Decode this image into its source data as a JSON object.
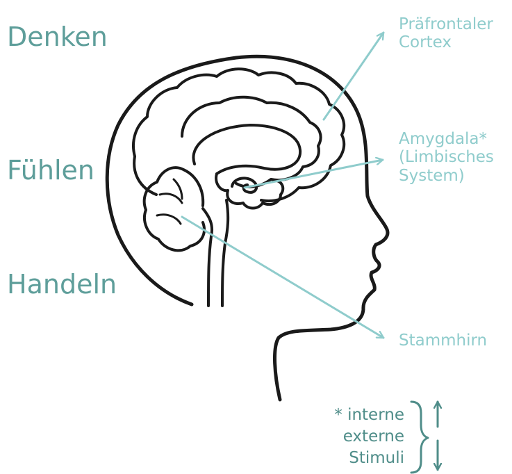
{
  "left_labels": {
    "thinking": "Denken",
    "feeling": "Fühlen",
    "acting": "Handeln"
  },
  "right_labels": {
    "prefrontal_line1": "Präfrontaler",
    "prefrontal_line2": "Cortex",
    "amygdala_line1": "Amygdala*",
    "amygdala_line2": "(Limbisches",
    "amygdala_line3": "System)",
    "brainstem": "Stammhirn"
  },
  "legend": {
    "line1": "* interne",
    "line2": "externe",
    "line3": "Stimuli"
  },
  "colors": {
    "left_label": "#5e9e9a",
    "right_label": "#8fcccc",
    "pointer": "#8fcccc",
    "legend": "#4f8d89",
    "outline": "#1a1a1a"
  }
}
